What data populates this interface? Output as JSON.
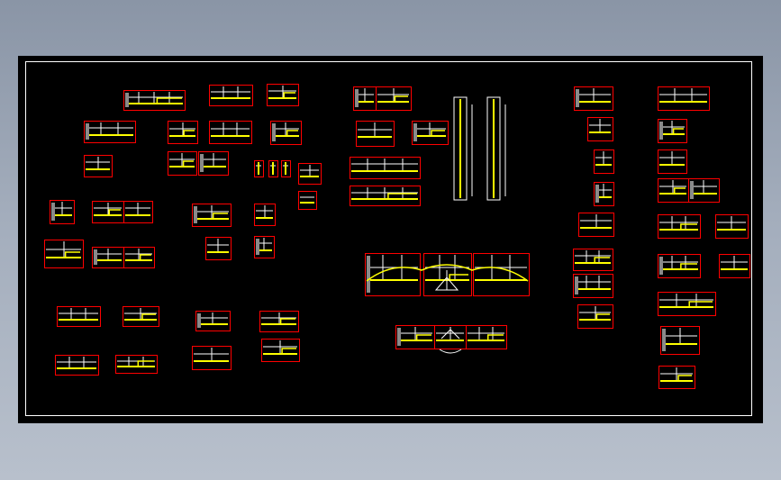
{
  "colors": {
    "background": "#000000",
    "frame": "#ffffff",
    "box_outline": "#ff0000",
    "board": "#ffff00",
    "line": "#ffffff",
    "hatch": "#8a8a8a"
  },
  "details": [
    [
      137,
      100,
      68,
      22
    ],
    [
      232,
      94,
      48,
      23
    ],
    [
      296,
      93,
      35,
      24
    ],
    [
      93,
      134,
      57,
      24
    ],
    [
      186,
      134,
      33,
      25
    ],
    [
      232,
      134,
      47,
      25
    ],
    [
      300,
      134,
      34,
      26
    ],
    [
      93,
      172,
      31,
      24
    ],
    [
      186,
      168,
      32,
      26
    ],
    [
      220,
      168,
      33,
      26
    ],
    [
      282,
      178,
      10,
      18
    ],
    [
      298,
      178,
      10,
      18
    ],
    [
      312,
      178,
      10,
      18
    ],
    [
      331,
      181,
      25,
      23
    ],
    [
      331,
      212,
      20,
      20
    ],
    [
      55,
      222,
      27,
      26
    ],
    [
      102,
      223,
      35,
      24
    ],
    [
      137,
      223,
      32,
      24
    ],
    [
      213,
      226,
      43,
      25
    ],
    [
      282,
      226,
      23,
      24
    ],
    [
      49,
      266,
      43,
      31
    ],
    [
      102,
      274,
      35,
      23
    ],
    [
      137,
      274,
      34,
      23
    ],
    [
      228,
      263,
      28,
      25
    ],
    [
      282,
      262,
      22,
      24
    ],
    [
      63,
      340,
      48,
      22
    ],
    [
      136,
      340,
      40,
      22
    ],
    [
      217,
      345,
      38,
      22
    ],
    [
      288,
      345,
      43,
      23
    ],
    [
      61,
      394,
      48,
      22
    ],
    [
      128,
      394,
      46,
      20
    ],
    [
      213,
      384,
      43,
      26
    ],
    [
      290,
      376,
      42,
      25
    ],
    [
      392,
      96,
      25,
      26
    ],
    [
      417,
      96,
      39,
      26
    ],
    [
      395,
      134,
      42,
      28
    ],
    [
      457,
      134,
      40,
      26
    ],
    [
      388,
      174,
      78,
      24
    ],
    [
      388,
      206,
      78,
      22
    ],
    [
      405,
      281,
      61,
      47
    ],
    [
      470,
      281,
      53,
      47
    ],
    [
      525,
      281,
      62,
      47
    ],
    [
      439,
      361,
      43,
      26
    ],
    [
      482,
      361,
      35,
      26
    ],
    [
      517,
      361,
      45,
      26
    ],
    [
      637,
      96,
      43,
      26
    ],
    [
      652,
      130,
      28,
      26
    ],
    [
      659,
      166,
      22,
      26
    ],
    [
      659,
      202,
      22,
      26
    ],
    [
      642,
      236,
      39,
      26
    ],
    [
      636,
      276,
      44,
      24
    ],
    [
      636,
      304,
      44,
      26
    ],
    [
      641,
      338,
      39,
      26
    ],
    [
      730,
      96,
      57,
      26
    ],
    [
      730,
      132,
      32,
      26
    ],
    [
      730,
      166,
      32,
      26
    ],
    [
      730,
      198,
      34,
      26
    ],
    [
      764,
      198,
      34,
      26
    ],
    [
      730,
      238,
      47,
      26
    ],
    [
      794,
      238,
      36,
      26
    ],
    [
      730,
      282,
      47,
      26
    ],
    [
      798,
      282,
      34,
      26
    ],
    [
      730,
      324,
      64,
      26
    ],
    [
      733,
      362,
      43,
      31
    ],
    [
      731,
      406,
      40,
      25
    ]
  ]
}
